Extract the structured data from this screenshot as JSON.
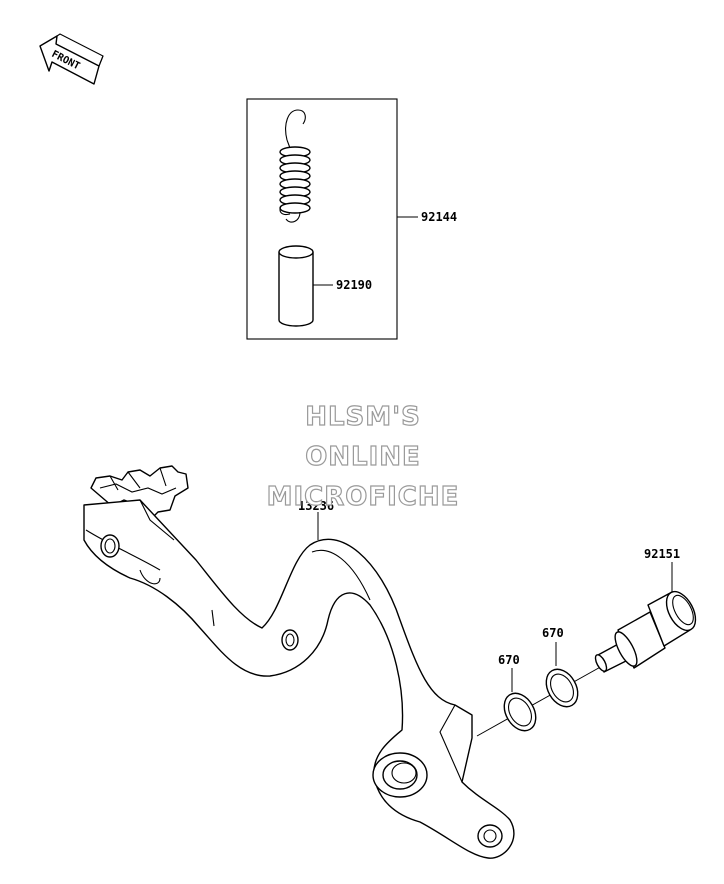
{
  "front_indicator": {
    "text": "FRONT"
  },
  "watermark": {
    "lines": [
      "HLSM'S",
      "ONLINE",
      "MICROFICHE"
    ]
  },
  "parts": {
    "spring_set": "92144",
    "collar": "92190",
    "brake_pedal": "13236",
    "pivot_shaft": "92151",
    "o_ring_outer": "670",
    "o_ring_inner": "670"
  }
}
